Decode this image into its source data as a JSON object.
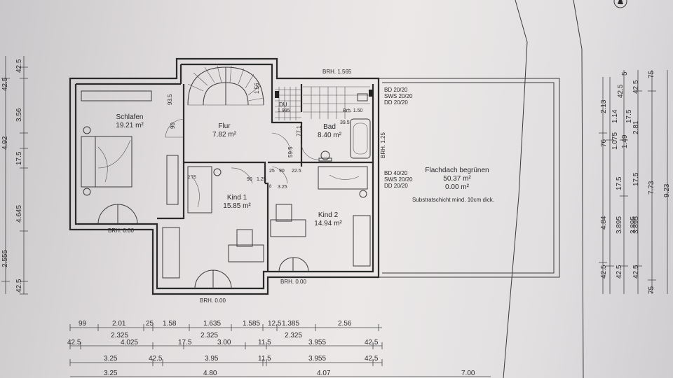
{
  "rooms": {
    "schlafen": {
      "name": "Schlafen",
      "area": "19.21 m²"
    },
    "flur": {
      "name": "Flur",
      "area": "7.82 m²"
    },
    "bad": {
      "name": "Bad",
      "area": "8.40 m²"
    },
    "kind1": {
      "name": "Kind 1",
      "area": "15.85 m²"
    },
    "kind2": {
      "name": "Kind 2",
      "area": "14.94 m²"
    },
    "flachdach": {
      "name": "Flachdach begrünen",
      "area": "50.37 m²",
      "area2": "0.00 m²",
      "note": "Substratschicht mind. 10cm dick."
    }
  },
  "du_label": "DU",
  "du_height": "1.995",
  "brh_top": "BRH. 1.565",
  "brh_schlafen": "BRH. 0.00",
  "brh_kind1": "BRH. 0.00",
  "brh_kind2": "BRH. 0.00",
  "brh_bad": "Brh. 1.50",
  "brh_side": "BRH. 1.25",
  "openings_top": [
    "BD 20/20",
    "SWS 20/20",
    "DD 20/20"
  ],
  "openings_mid": [
    "BD 40/20",
    "SWS 20/20",
    "DD 20/20"
  ],
  "inner_dims": {
    "d935": "93.5",
    "d90a": "90",
    "d156": "1.56",
    "d595": "59.5",
    "d771": "77.1",
    "d395": "39.5",
    "d25": "25",
    "d90b": "90",
    "d225": "22.5",
    "d90c": "90",
    "d125": "1.25",
    "d325": "3.25",
    "d8": "8",
    "d275": "2.75"
  },
  "bottom_dims": {
    "row1": [
      "99",
      "2.01",
      "25",
      "1.58",
      "1.635",
      "1.585",
      "12.5",
      "1.385",
      "2.56"
    ],
    "row2": [
      "2.325",
      "2.325",
      "2.325"
    ],
    "row3": [
      "42.5",
      "4.025",
      "17.5",
      "3.00",
      "11.5",
      "3.955",
      "42.5"
    ],
    "row4": [
      "3.25",
      "42.5",
      "3.95",
      "11.5",
      "3.955",
      "42.5"
    ],
    "row5": [
      "3.25",
      "4.80",
      "4.07",
      "7.00"
    ]
  },
  "left_dims": [
    "42.5",
    "42.5",
    "3.56",
    "4.92",
    "17.5",
    "4.645",
    "2.555",
    "42.5"
  ],
  "right_dims": {
    "c1": [
      "2.13",
      "76",
      "4.84",
      "42.5"
    ],
    "c2": [
      "1.14",
      "1.075",
      "17.5",
      "3.895",
      "42.5"
    ],
    "c3": [
      "5",
      "42.5",
      "1.49",
      "17.5",
      "3.895"
    ],
    "c4": [
      "42.5",
      "2.81",
      "17.5",
      "3.895",
      "42.5"
    ],
    "c5": [
      "75",
      "7.73",
      "75"
    ],
    "c6": [
      "9.23"
    ]
  }
}
